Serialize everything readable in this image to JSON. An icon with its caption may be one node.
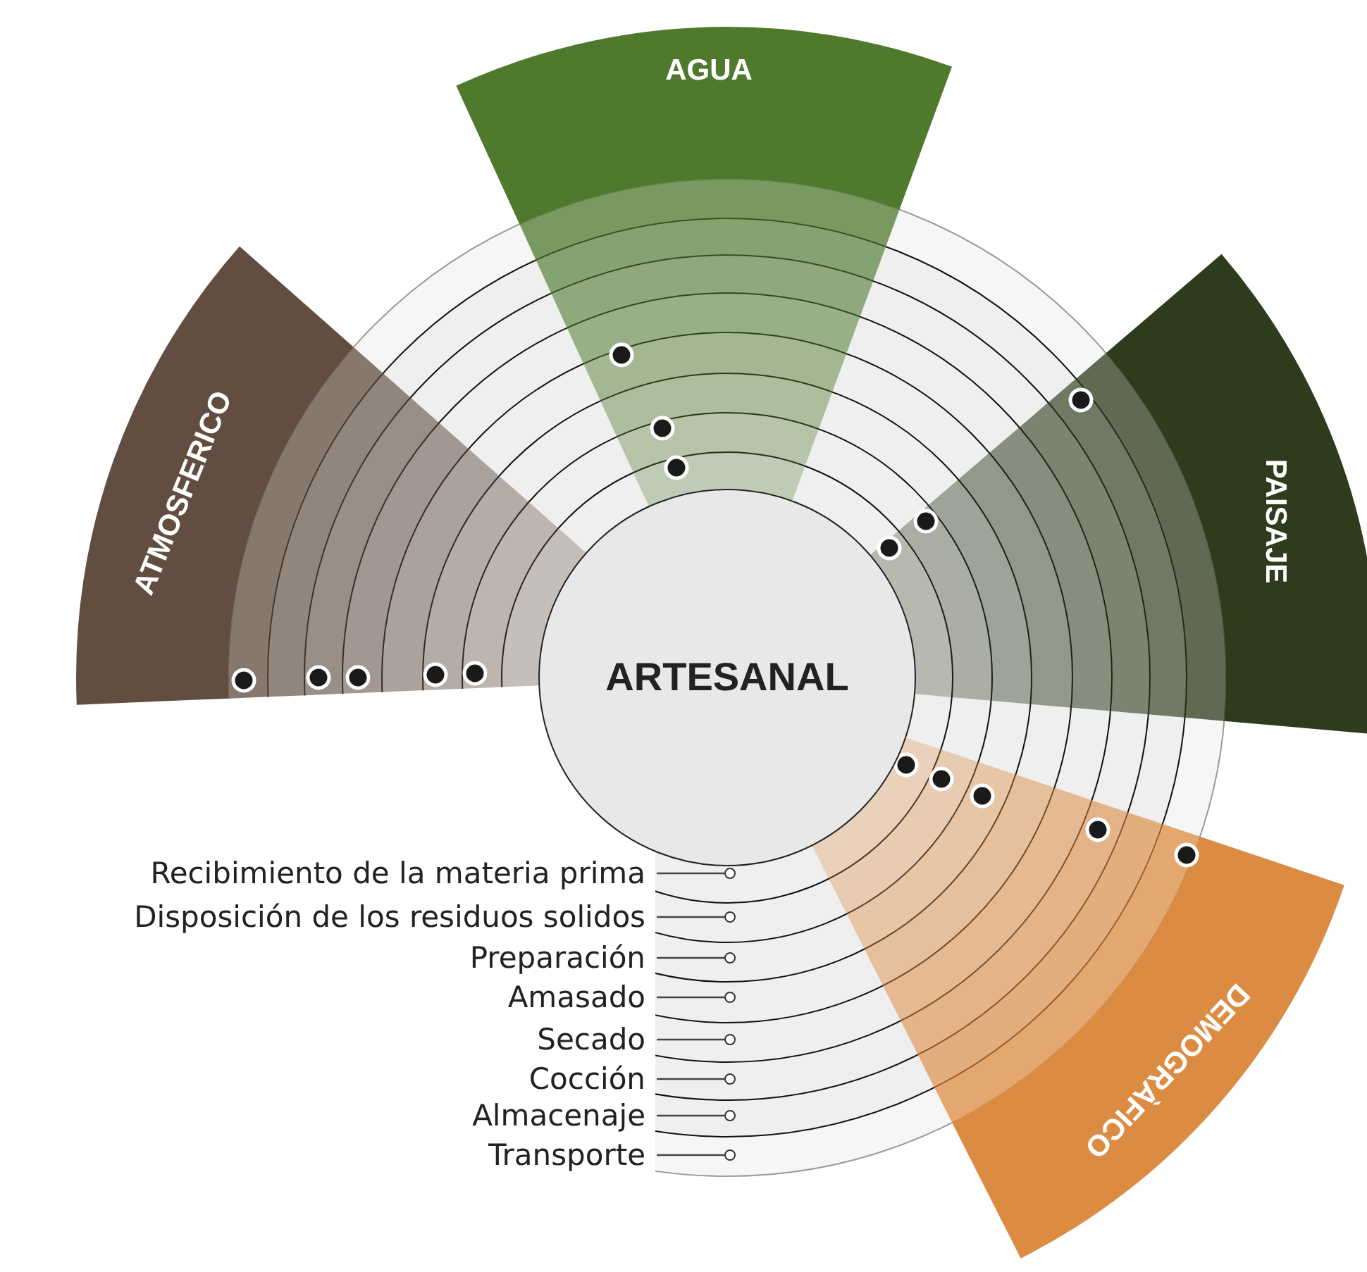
{
  "diagram": {
    "nodes": [
      {
        "text": [
          "ARTESANAL"
        ]
      },
      {
        "text": [
          "AGUA"
        ]
      },
      {
        "text": [
          "PAISAJE"
        ]
      },
      {
        "text": [
          "DEMOGRÀFICO"
        ]
      },
      {
        "text": [
          "ATMOSFERICO"
        ]
      },
      {
        "text": [
          "Recibimiento de la materia prima"
        ]
      },
      {
        "text": [
          "Disposición de los residuos solidos"
        ]
      },
      {
        "text": [
          "Preparación"
        ]
      },
      {
        "text": [
          "Amasado"
        ]
      },
      {
        "text": [
          "Secado"
        ]
      },
      {
        "text": [
          "Cocción"
        ]
      },
      {
        "text": [
          "Almacenaje"
        ]
      },
      {
        "text": [
          "Transporte"
        ]
      },
      {
        "text": [],
        "shape": "circle"
      },
      {
        "text": [],
        "shape": "circle"
      },
      {
        "text": [],
        "shape": "circle"
      },
      {
        "text": [],
        "shape": "circle"
      },
      {
        "text": [],
        "shape": "circle"
      },
      {
        "text": [],
        "shape": "circle"
      },
      {
        "text": [],
        "shape": "circle"
      },
      {
        "text": [],
        "shape": "circle"
      }
    ],
    "edges": [
      {
        "from": 5,
        "to": 13,
        "arrow": "none"
      },
      {
        "from": 6,
        "to": 14,
        "arrow": "none"
      },
      {
        "from": 7,
        "to": 15,
        "arrow": "none"
      },
      {
        "from": 8,
        "to": 16,
        "arrow": "none"
      },
      {
        "from": 9,
        "to": 17,
        "arrow": "none"
      },
      {
        "from": 10,
        "to": 18,
        "arrow": "none"
      },
      {
        "from": 11,
        "to": 19,
        "arrow": "none"
      },
      {
        "from": 12,
        "to": 20,
        "arrow": "none"
      }
    ]
  }
}
